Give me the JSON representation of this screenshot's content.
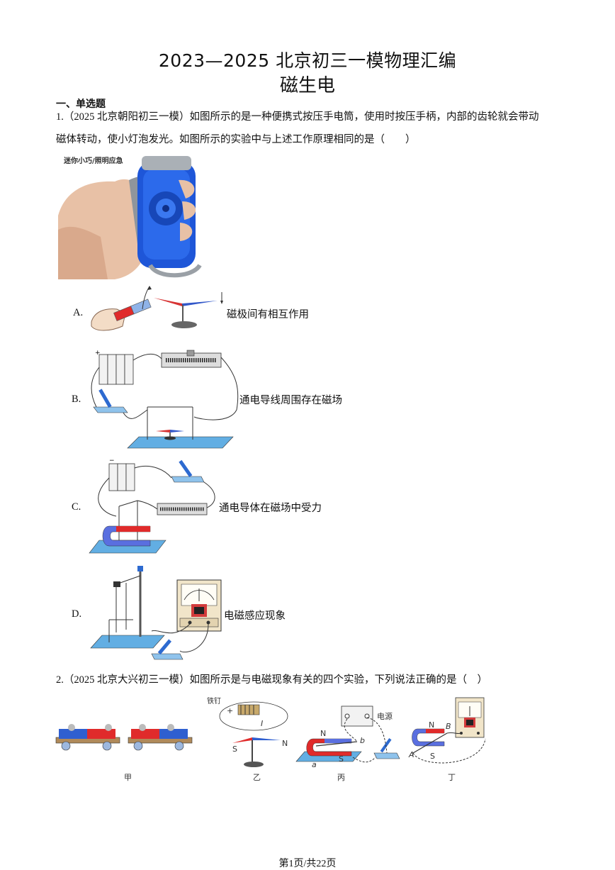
{
  "doc": {
    "title": "2023—2025 北京初三一模物理汇编",
    "subtitle": "磁生电",
    "section": "一、单选题",
    "footer": "第1页/共22页"
  },
  "q1": {
    "number": "1.",
    "text_line1": "（2025 北京朝阳初三一模）如图所示的是一种便携式按压手电筒，使用时按压手柄，内部的齿轮就会带动",
    "text_line2": "磁体转动，使小灯泡发光。如图所示的实验中与上述工作原理相同的是（　　）",
    "photo_caption": "迷你小巧/照明应急",
    "options": [
      {
        "letter": "A.",
        "label": "磁极间有相互作用"
      },
      {
        "letter": "B.",
        "label": "通电导线周围存在磁场"
      },
      {
        "letter": "C.",
        "label": "通电导体在磁场中受力"
      },
      {
        "letter": "D.",
        "label": "电磁感应现象"
      }
    ]
  },
  "q2": {
    "number": "2.",
    "text": "（2025 北京大兴初三一模）如图所示是与电磁现象有关的四个实验，下列说法正确的是（　）",
    "fig_labels": {
      "jia": "甲",
      "yi": "乙",
      "bing": "丙",
      "ding": "丁"
    },
    "yi_labels": {
      "s": "S",
      "n": "N",
      "plus": "+",
      "current": "I",
      "core": "铁钉"
    },
    "bing_labels": {
      "n": "N",
      "s": "S",
      "power": "电源",
      "a": "a",
      "b": "b"
    },
    "ding_labels": {
      "n": "N",
      "s": "S",
      "a": "A",
      "b": "B"
    }
  },
  "colors": {
    "magnet_red": "#e02b2b",
    "magnet_blue": "#2f5fd0",
    "plate_blue": "#62aee3",
    "device_blue": "#1e56d8"
  }
}
